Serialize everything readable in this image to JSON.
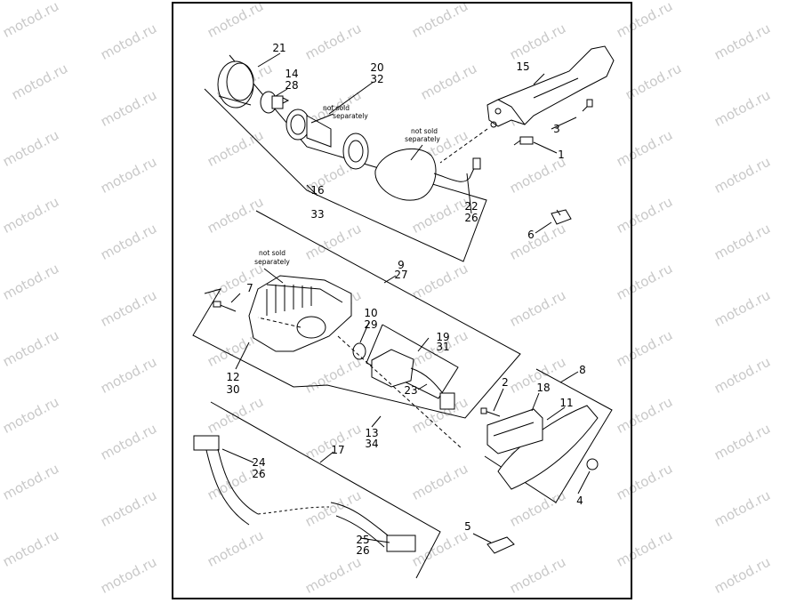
{
  "watermark": {
    "text": "motod.ru"
  },
  "callouts": [
    {
      "id": "c1",
      "text": "21"
    },
    {
      "id": "c2",
      "text": "14"
    },
    {
      "id": "c3",
      "text": "28"
    },
    {
      "id": "c4",
      "text": "20"
    },
    {
      "id": "c5",
      "text": "32"
    },
    {
      "id": "c6",
      "text": "15"
    },
    {
      "id": "c7",
      "text": "3"
    },
    {
      "id": "c8",
      "text": "1"
    },
    {
      "id": "c9",
      "text": "16"
    },
    {
      "id": "c10",
      "text": "33"
    },
    {
      "id": "c11",
      "text": "22"
    },
    {
      "id": "c12",
      "text": "26"
    },
    {
      "id": "c13",
      "text": "6"
    },
    {
      "id": "c14",
      "text": "9"
    },
    {
      "id": "c15",
      "text": "27"
    },
    {
      "id": "c16",
      "text": "7"
    },
    {
      "id": "c17",
      "text": "10"
    },
    {
      "id": "c18",
      "text": "29"
    },
    {
      "id": "c19",
      "text": "19"
    },
    {
      "id": "c20",
      "text": "31"
    },
    {
      "id": "c21",
      "text": "12"
    },
    {
      "id": "c22",
      "text": "30"
    },
    {
      "id": "c23",
      "text": "23"
    },
    {
      "id": "c24",
      "text": "8"
    },
    {
      "id": "c25",
      "text": "2"
    },
    {
      "id": "c26",
      "text": "18"
    },
    {
      "id": "c27",
      "text": "11"
    },
    {
      "id": "c28",
      "text": "13"
    },
    {
      "id": "c29",
      "text": "34"
    },
    {
      "id": "c30",
      "text": "17"
    },
    {
      "id": "c31",
      "text": "24"
    },
    {
      "id": "c32",
      "text": "26"
    },
    {
      "id": "c33",
      "text": "4"
    },
    {
      "id": "c34",
      "text": "5"
    },
    {
      "id": "c35",
      "text": "25"
    },
    {
      "id": "c36",
      "text": "26"
    }
  ],
  "notes": {
    "lamp": [
      "not sold",
      "separately"
    ],
    "housing": [
      "not sold",
      "separately"
    ],
    "base": [
      "not sold",
      "separately"
    ]
  }
}
